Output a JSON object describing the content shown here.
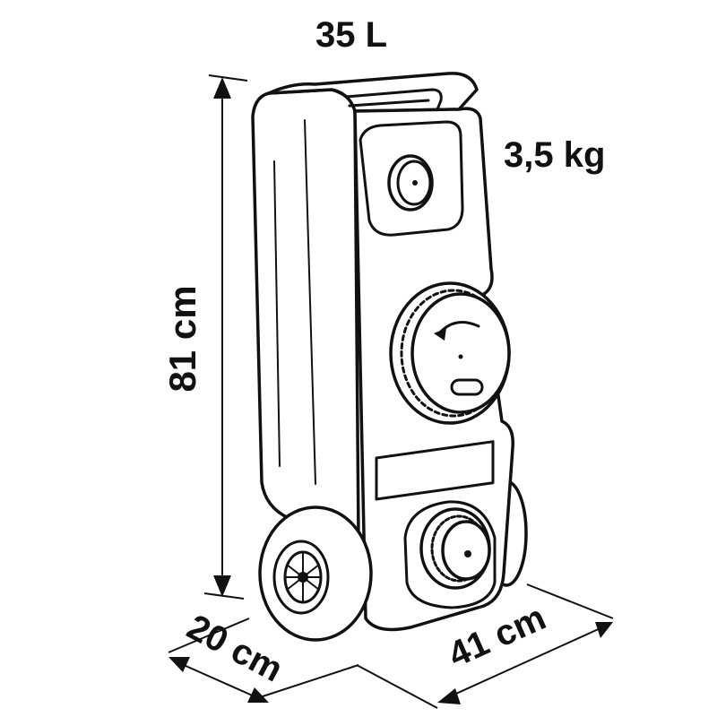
{
  "labels": {
    "capacity": "35 L",
    "weight": "3,5 kg",
    "height": "81 cm",
    "depth": "20 cm",
    "width": "41 cm"
  },
  "colors": {
    "line": "#111111",
    "background": "#ffffff"
  }
}
